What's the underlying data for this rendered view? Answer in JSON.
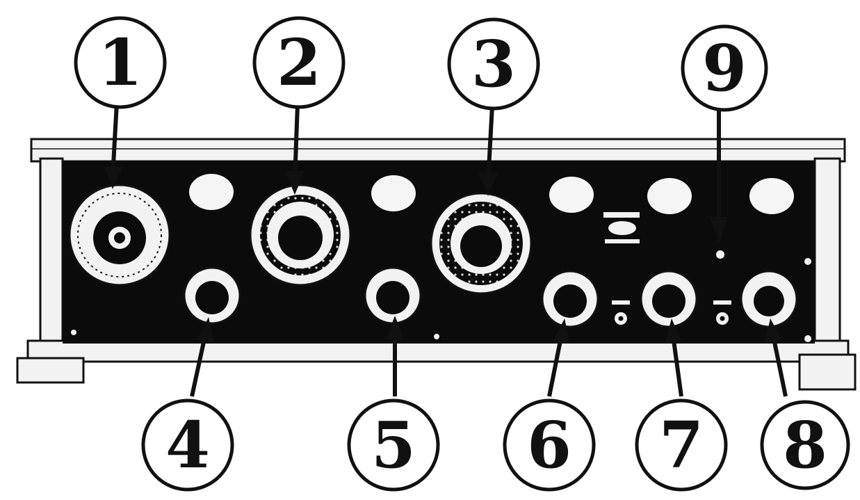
{
  "colors": {
    "panel": "#0b0b0b",
    "frame": "#f2f2f2",
    "ink": "#111111",
    "paper": "#ffffff",
    "window": "#f5f5f5"
  },
  "callouts": [
    {
      "id": "1",
      "label": "1"
    },
    {
      "id": "2",
      "label": "2"
    },
    {
      "id": "3",
      "label": "3"
    },
    {
      "id": "9",
      "label": "9"
    },
    {
      "id": "4",
      "label": "4"
    },
    {
      "id": "5",
      "label": "5"
    },
    {
      "id": "6",
      "label": "6"
    },
    {
      "id": "7",
      "label": "7"
    },
    {
      "id": "8",
      "label": "8"
    }
  ]
}
